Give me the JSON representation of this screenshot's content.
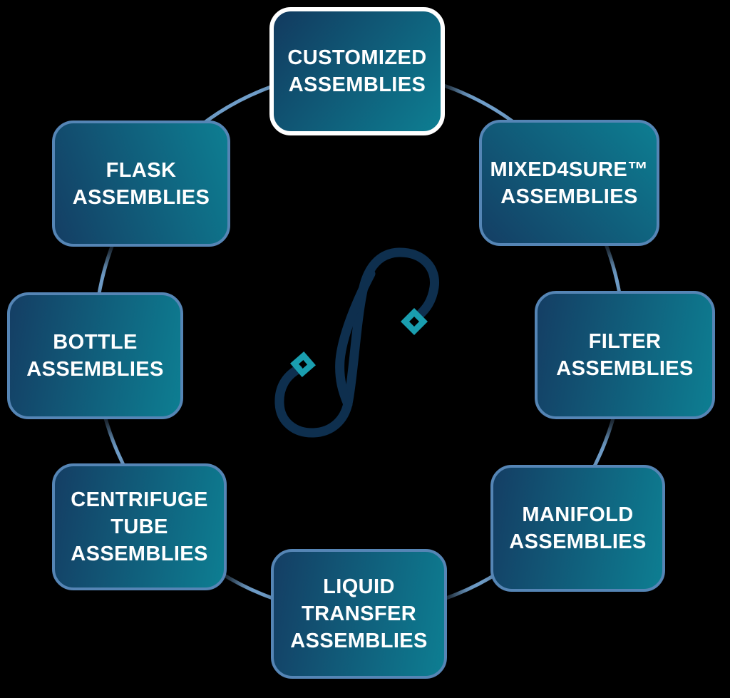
{
  "diagram": {
    "name": "Assemblies product wheel",
    "shape": "circular cycle of 8 rounded boxes connected by a ring",
    "center_logo": {
      "icon": "tubing-s-curve-logo",
      "accents": "two diamond fitting icons",
      "navy": "#0e2f4e",
      "teal": "#1a9eaf"
    },
    "colors": {
      "background": "#000000",
      "box_gradient_start": "#143e64",
      "box_gradient_end": "#0d7e92",
      "box_border": "#5585b5",
      "highlight_border": "#ffffff",
      "connector": "#6f9dc8",
      "text": "#ffffff"
    }
  },
  "nodes": [
    {
      "id": "customized",
      "label": "CUSTOMIZED\nASSEMBLIES",
      "highlighted": true
    },
    {
      "id": "mixed4sure",
      "label": "MIXED4SURE™\nASSEMBLIES",
      "highlighted": false
    },
    {
      "id": "filter",
      "label": "FILTER\nASSEMBLIES",
      "highlighted": false
    },
    {
      "id": "manifold",
      "label": "MANIFOLD\nASSEMBLIES",
      "highlighted": false
    },
    {
      "id": "liquid",
      "label": "LIQUID\nTRANSFER\nASSEMBLIES",
      "highlighted": false
    },
    {
      "id": "centrifuge",
      "label": "CENTRIFUGE\nTUBE\nASSEMBLIES",
      "highlighted": false
    },
    {
      "id": "bottle",
      "label": "BOTTLE\nASSEMBLIES",
      "highlighted": false
    },
    {
      "id": "flask",
      "label": "FLASK\nASSEMBLIES",
      "highlighted": false
    }
  ]
}
